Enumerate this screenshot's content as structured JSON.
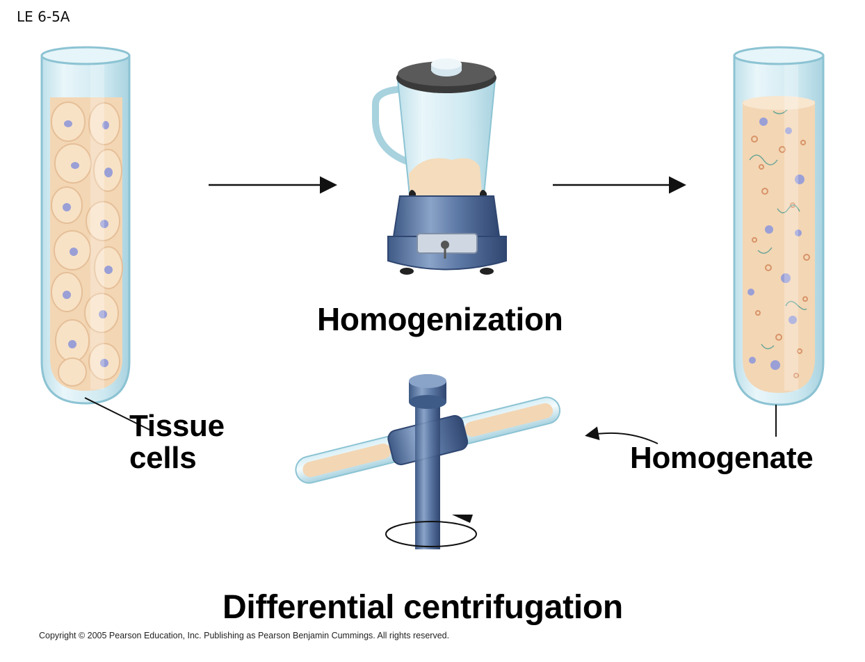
{
  "figure_label": "LE 6-5A",
  "steps": {
    "homogenization": "Homogenization",
    "differential_centrifugation": "Differential centrifugation"
  },
  "labels": {
    "tissue_line1": "Tissue",
    "tissue_line2": "cells",
    "homogenate": "Homogenate"
  },
  "copyright": "Copyright © 2005 Pearson Education, Inc. Publishing as Pearson Benjamin Cummings. All rights reserved."
}
